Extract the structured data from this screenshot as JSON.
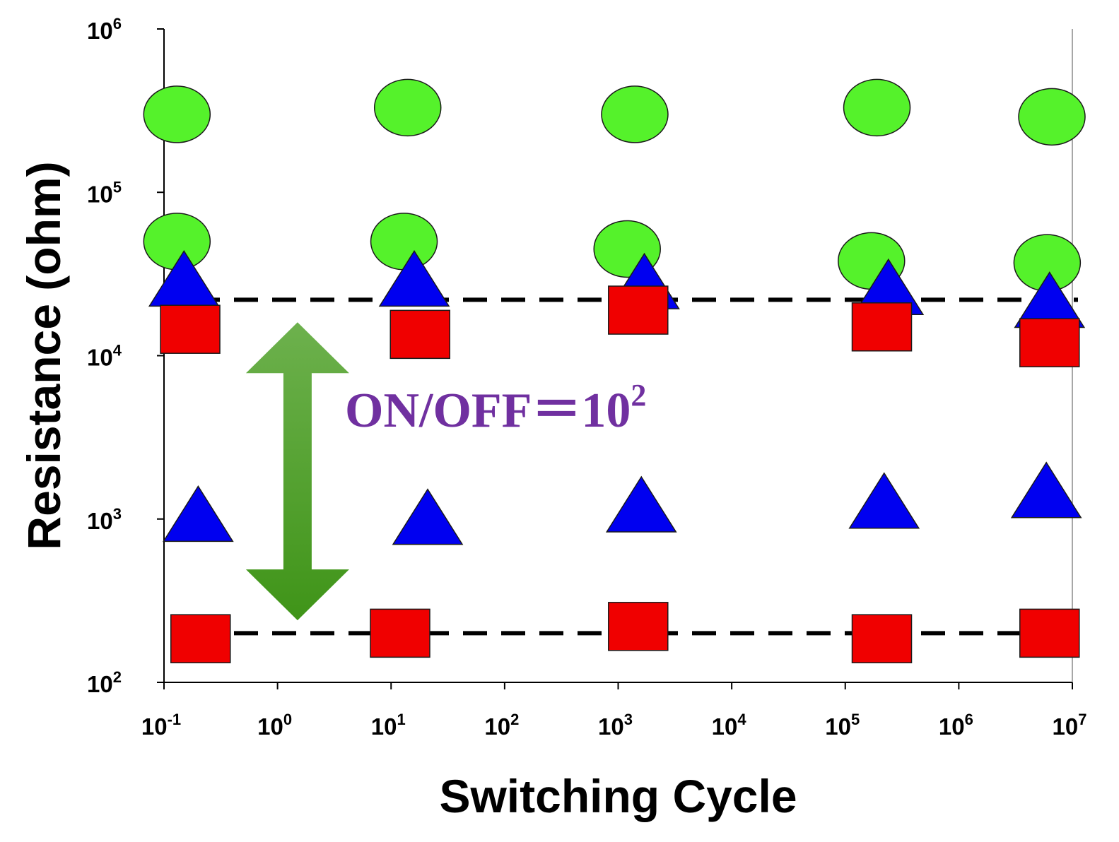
{
  "chart_data": {
    "type": "scatter",
    "title": "",
    "xlabel": "Switching Cycle",
    "ylabel": "Resistance (ohm)",
    "x_scale": "log",
    "y_scale": "log",
    "xlim": [
      0.1,
      10000000
    ],
    "ylim": [
      100,
      1000000
    ],
    "x_tick_labels": [
      {
        "base": "10",
        "exp": "-1",
        "value": 0.1
      },
      {
        "base": "10",
        "exp": "0",
        "value": 1
      },
      {
        "base": "10",
        "exp": "1",
        "value": 10
      },
      {
        "base": "10",
        "exp": "2",
        "value": 100
      },
      {
        "base": "10",
        "exp": "3",
        "value": 1000
      },
      {
        "base": "10",
        "exp": "4",
        "value": 10000
      },
      {
        "base": "10",
        "exp": "5",
        "value": 100000
      },
      {
        "base": "10",
        "exp": "6",
        "value": 1000000
      },
      {
        "base": "10",
        "exp": "7",
        "value": 10000000
      }
    ],
    "y_tick_labels": [
      {
        "base": "10",
        "exp": "2",
        "value": 100
      },
      {
        "base": "10",
        "exp": "3",
        "value": 1000
      },
      {
        "base": "10",
        "exp": "4",
        "value": 10000
      },
      {
        "base": "10",
        "exp": "5",
        "value": 100000
      },
      {
        "base": "10",
        "exp": "6",
        "value": 1000000
      }
    ],
    "grid": false,
    "legend": "none",
    "series": [
      {
        "marker": "circle",
        "color": "#55f22b",
        "points": [
          [
            0.13,
            300000
          ],
          [
            14,
            330000
          ],
          [
            1400,
            300000
          ],
          [
            190000,
            330000
          ],
          [
            6600000,
            290000
          ]
        ]
      },
      {
        "marker": "circle",
        "color": "#55f22b",
        "points": [
          [
            0.13,
            50000
          ],
          [
            13,
            50000
          ],
          [
            1200,
            45000
          ],
          [
            170000,
            38000
          ],
          [
            6000000,
            37000
          ]
        ]
      },
      {
        "marker": "triangle",
        "color": "#0000f0",
        "points": [
          [
            0.15,
            27000
          ],
          [
            16,
            27000
          ],
          [
            1700,
            26000
          ],
          [
            240000,
            24000
          ],
          [
            6300000,
            20000
          ]
        ]
      },
      {
        "marker": "square",
        "color": "#f00000",
        "points": [
          [
            0.17,
            14500
          ],
          [
            18,
            13500
          ],
          [
            1500,
            19000
          ],
          [
            210000,
            15000
          ],
          [
            6300000,
            12000
          ]
        ]
      },
      {
        "marker": "triangle",
        "color": "#0000f0",
        "points": [
          [
            0.2,
            980
          ],
          [
            21,
            940
          ],
          [
            1600,
            1120
          ],
          [
            220000,
            1180
          ],
          [
            5900000,
            1370
          ]
        ]
      },
      {
        "marker": "square",
        "color": "#f00000",
        "points": [
          [
            0.21,
            185
          ],
          [
            12,
            200
          ],
          [
            1500,
            220
          ],
          [
            210000,
            185
          ],
          [
            6300000,
            200
          ]
        ]
      }
    ],
    "reference_lines": [
      {
        "style": "dashed",
        "color": "#000000",
        "y": 22000
      },
      {
        "style": "dashed",
        "color": "#000000",
        "y": 200
      }
    ],
    "annotations": [
      {
        "type": "double-arrow",
        "color": "#4e9a2a",
        "x": 1.5,
        "y_top": 16000,
        "y_bottom": 240
      },
      {
        "type": "text",
        "color": "#7030a0",
        "main": "ON/OFF＝10",
        "sup": "2"
      }
    ]
  }
}
